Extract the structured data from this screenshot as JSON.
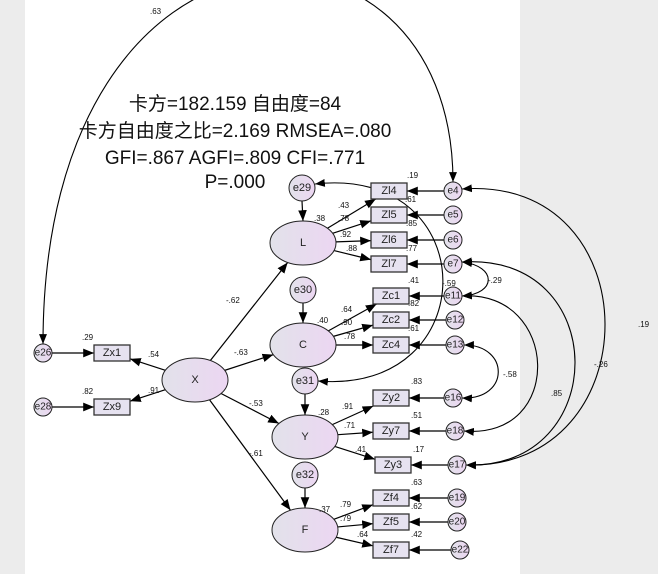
{
  "fit_stats": {
    "line1": "卡方=182.159   自由度=84",
    "line2": "卡方自由度之比=2.169   RMSEA=.080",
    "line3": "GFI=.867  AGFI=.809  CFI=.771",
    "line4": "P=.000"
  },
  "colors": {
    "node_fill_start": "#e4e4ec",
    "node_fill_end": "#ead8f0",
    "box_fill": "#e6e2f0",
    "background": "#ffffff",
    "margin": "#ececec"
  },
  "latents": [
    {
      "id": "X",
      "name": "X",
      "r2": ""
    },
    {
      "id": "L",
      "name": "L",
      "r2": ".38"
    },
    {
      "id": "C",
      "name": "C",
      "r2": ".40"
    },
    {
      "id": "Y",
      "name": "Y",
      "r2": ".28"
    },
    {
      "id": "F",
      "name": "F",
      "r2": ".37"
    }
  ],
  "disturbances": [
    {
      "name": "e29",
      "target": "L"
    },
    {
      "name": "e30",
      "target": "C"
    },
    {
      "name": "e31",
      "target": "Y"
    },
    {
      "name": "e32",
      "target": "F"
    }
  ],
  "observed": [
    {
      "name": "Zl4",
      "factor": "L",
      "loading": ".43",
      "r2": ".19",
      "error": "e4"
    },
    {
      "name": "Zl5",
      "factor": "L",
      "loading": ".78",
      "r2": ".61",
      "error": "e5"
    },
    {
      "name": "Zl6",
      "factor": "L",
      "loading": ".92",
      "r2": ".85",
      "error": "e6"
    },
    {
      "name": "Zl7",
      "factor": "L",
      "loading": ".88",
      "r2": ".77",
      "error": "e7"
    },
    {
      "name": "Zc1",
      "factor": "C",
      "loading": ".64",
      "r2": ".41",
      "error": "e11"
    },
    {
      "name": "Zc2",
      "factor": "C",
      "loading": ".90",
      "r2": ".82",
      "error": "e12"
    },
    {
      "name": "Zc4",
      "factor": "C",
      "loading": ".78",
      "r2": ".61",
      "error": "e13"
    },
    {
      "name": "Zy2",
      "factor": "Y",
      "loading": ".91",
      "r2": ".83",
      "error": "e16"
    },
    {
      "name": "Zy7",
      "factor": "Y",
      "loading": ".71",
      "r2": ".51",
      "error": "e18"
    },
    {
      "name": "Zy3",
      "factor": "Y",
      "loading": ".41",
      "r2": ".17",
      "error": "e17"
    },
    {
      "name": "Zf4",
      "factor": "F",
      "loading": ".79",
      "r2": ".63",
      "error": "e19"
    },
    {
      "name": "Zf5",
      "factor": "F",
      "loading": ".79",
      "r2": ".62",
      "error": "e20"
    },
    {
      "name": "Zf7",
      "factor": "F",
      "loading": ".64",
      "r2": ".42",
      "error": "e22"
    },
    {
      "name": "Zx1",
      "factor": "X",
      "loading": ".54",
      "r2": ".29",
      "error": "e26"
    },
    {
      "name": "Zx9",
      "factor": "X",
      "loading": ".91",
      "r2": ".82",
      "error": "e28"
    }
  ],
  "structural_paths": [
    {
      "from": "X",
      "to": "L",
      "coef": "-.62"
    },
    {
      "from": "X",
      "to": "C",
      "coef": "-.63"
    },
    {
      "from": "X",
      "to": "Y",
      "coef": "-.53"
    },
    {
      "from": "X",
      "to": "F",
      "coef": "-.61"
    }
  ],
  "covariances": [
    {
      "a": "e26",
      "b": "e4",
      "coef": ".63"
    },
    {
      "a": "e29",
      "b": "e31",
      "coef": "-.59"
    },
    {
      "a": "e4",
      "b": "e17",
      "coef": ".19"
    },
    {
      "a": "e7",
      "b": "e11",
      "coef": "-.29"
    },
    {
      "a": "e11",
      "b": "e18",
      "coef": ".85"
    },
    {
      "a": "e7",
      "b": "e17",
      "coef": "-.26"
    },
    {
      "a": "e13",
      "b": "e16",
      "coef": "-.58"
    }
  ]
}
